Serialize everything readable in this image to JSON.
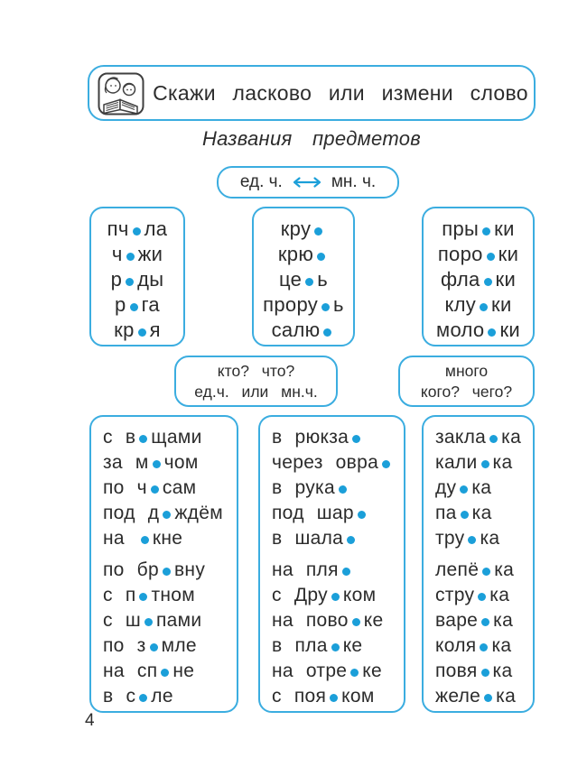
{
  "page_number": "4",
  "header": {
    "title": "Скажи ласково или измени слово",
    "icon": "adult-child-reading-icon"
  },
  "subtitle": "Названия предметов",
  "number_forms": {
    "left": "ед. ч.",
    "right": "мн. ч.",
    "arrow_icon": "left-right-arrow-icon"
  },
  "question_boxes": [
    {
      "lines": [
        "кто? что?",
        "ед.ч. или мн.ч."
      ]
    },
    {
      "lines": [
        "много",
        "кого? чего?"
      ]
    }
  ],
  "colors": {
    "accent": "#3bade0",
    "dot": "#1b9fd9",
    "text": "#2c2c2c"
  },
  "word_boxes": [
    {
      "groups": [
        [
          {
            "parts": [
              "пч",
              "ла"
            ]
          },
          {
            "parts": [
              "ч",
              "жи"
            ]
          },
          {
            "parts": [
              "р",
              "ды"
            ]
          },
          {
            "parts": [
              "р",
              "га"
            ]
          },
          {
            "parts": [
              "кр",
              "я"
            ]
          }
        ]
      ]
    },
    {
      "groups": [
        [
          {
            "parts": [
              "кру",
              ""
            ]
          },
          {
            "parts": [
              "крю",
              ""
            ]
          },
          {
            "parts": [
              "це",
              "ь"
            ]
          },
          {
            "parts": [
              "прору",
              "ь"
            ]
          },
          {
            "parts": [
              "салю",
              ""
            ]
          }
        ]
      ]
    },
    {
      "groups": [
        [
          {
            "parts": [
              "пры",
              "ки"
            ]
          },
          {
            "parts": [
              "поро",
              "ки"
            ]
          },
          {
            "parts": [
              "фла",
              "ки"
            ]
          },
          {
            "parts": [
              "клу",
              "ки"
            ]
          },
          {
            "parts": [
              "моло",
              "ки"
            ]
          }
        ]
      ]
    },
    {
      "groups": [
        [
          {
            "pre": "с",
            "parts": [
              "в",
              "щами"
            ]
          },
          {
            "pre": "за",
            "parts": [
              "м",
              "чом"
            ]
          },
          {
            "pre": "по",
            "parts": [
              "ч",
              "сам"
            ]
          },
          {
            "pre": "под",
            "parts": [
              "д",
              "ждём"
            ]
          },
          {
            "pre": "на",
            "parts": [
              "",
              "кне"
            ]
          }
        ],
        [
          {
            "pre": "по",
            "parts": [
              "бр",
              "вну"
            ]
          },
          {
            "pre": "с",
            "parts": [
              "п",
              "тном"
            ]
          },
          {
            "pre": "с",
            "parts": [
              "ш",
              "пами"
            ]
          },
          {
            "pre": "по",
            "parts": [
              "з",
              "мле"
            ]
          },
          {
            "pre": "на",
            "parts": [
              "сп",
              "не"
            ]
          },
          {
            "pre": "в",
            "parts": [
              "с",
              "ле"
            ]
          }
        ]
      ]
    },
    {
      "groups": [
        [
          {
            "pre": "в",
            "parts": [
              "рюкза",
              ""
            ]
          },
          {
            "pre": "через",
            "parts": [
              "овра",
              ""
            ]
          },
          {
            "pre": "в",
            "parts": [
              "рука",
              ""
            ]
          },
          {
            "pre": "под",
            "parts": [
              "шар",
              ""
            ]
          },
          {
            "pre": "в",
            "parts": [
              "шала",
              ""
            ]
          }
        ],
        [
          {
            "pre": "на",
            "parts": [
              "пля",
              ""
            ]
          },
          {
            "pre": "с",
            "parts": [
              "Дру",
              "ком"
            ]
          },
          {
            "pre": "на",
            "parts": [
              "пово",
              "ке"
            ]
          },
          {
            "pre": "в",
            "parts": [
              "пла",
              "ке"
            ]
          },
          {
            "pre": "на",
            "parts": [
              "отре",
              "ке"
            ]
          },
          {
            "pre": "с",
            "parts": [
              "поя",
              "ком"
            ]
          }
        ]
      ]
    },
    {
      "groups": [
        [
          {
            "parts": [
              "закла",
              "ка"
            ]
          },
          {
            "parts": [
              "кали",
              "ка"
            ]
          },
          {
            "parts": [
              "ду",
              "ка"
            ]
          },
          {
            "parts": [
              "па",
              "ка"
            ]
          },
          {
            "parts": [
              "тру",
              "ка"
            ]
          }
        ],
        [
          {
            "parts": [
              "лепё",
              "ка"
            ]
          },
          {
            "parts": [
              "стру",
              "ка"
            ]
          },
          {
            "parts": [
              "варе",
              "ка"
            ]
          },
          {
            "parts": [
              "коля",
              "ка"
            ]
          },
          {
            "parts": [
              "повя",
              "ка"
            ]
          },
          {
            "parts": [
              "желе",
              "ка"
            ]
          }
        ]
      ]
    }
  ]
}
